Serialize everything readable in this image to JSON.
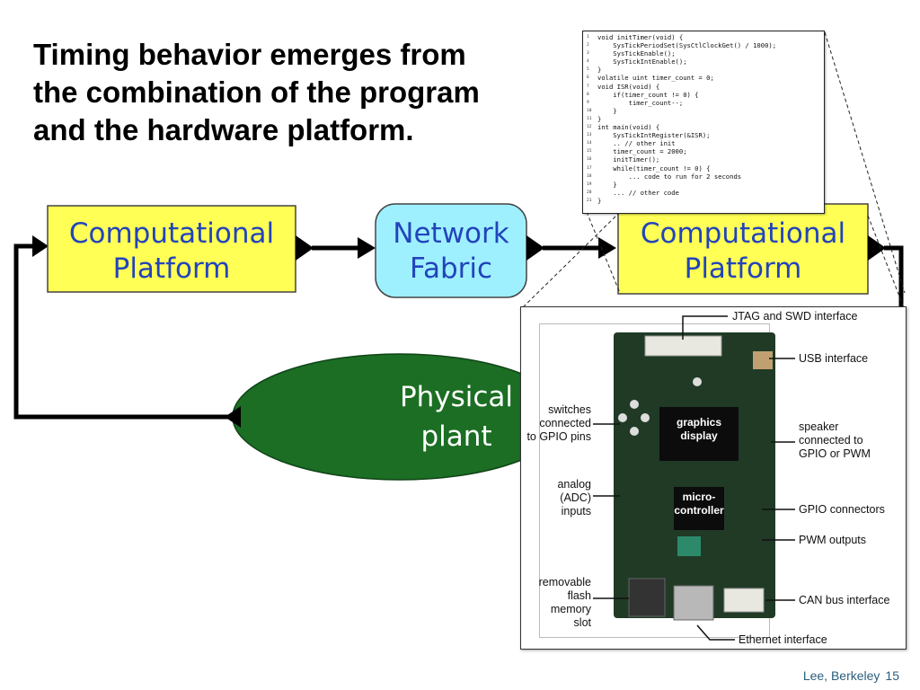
{
  "title_lines": [
    "Timing behavior emerges from",
    "the combination of the program",
    "and the hardware platform."
  ],
  "boxes": {
    "comp1": [
      "Computational",
      "Platform"
    ],
    "network": [
      "Network",
      "Fabric"
    ],
    "comp2": [
      "Computational",
      "Platform"
    ],
    "plant": [
      "Physical",
      "plant"
    ]
  },
  "colors": {
    "computational_fill": "#ffff55",
    "network_fill": "#9ff0ff",
    "plant_fill": "#1b6e23",
    "label_blue": "#2244bb",
    "footer_blue": "#2b5e7e"
  },
  "code_lines": [
    {
      "n": "1",
      "t": "void initTimer(void) {"
    },
    {
      "n": "2",
      "t": "    SysTickPeriodSet(SysCtlClockGet() / 1000);"
    },
    {
      "n": "3",
      "t": "    SysTickEnable();"
    },
    {
      "n": "4",
      "t": "    SysTickIntEnable();"
    },
    {
      "n": "5",
      "t": "}"
    },
    {
      "n": "6",
      "t": "volatile uint timer_count = 0;"
    },
    {
      "n": "7",
      "t": "void ISR(void) {"
    },
    {
      "n": "8",
      "t": "    if(timer_count != 0) {"
    },
    {
      "n": "9",
      "t": "        timer_count--;"
    },
    {
      "n": "10",
      "t": "    }"
    },
    {
      "n": "11",
      "t": "}"
    },
    {
      "n": "12",
      "t": "int main(void) {"
    },
    {
      "n": "13",
      "t": "    SysTickIntRegister(&ISR);"
    },
    {
      "n": "14",
      "t": "    .. // other init"
    },
    {
      "n": "15",
      "t": "    timer_count = 2000;"
    },
    {
      "n": "16",
      "t": "    initTimer();"
    },
    {
      "n": "17",
      "t": "    while(timer_count != 0) {"
    },
    {
      "n": "18",
      "t": "        ... code to run for 2 seconds"
    },
    {
      "n": "19",
      "t": "    }"
    },
    {
      "n": "20",
      "t": "    ... // other code"
    },
    {
      "n": "21",
      "t": "}"
    }
  ],
  "board": {
    "jtag": "JTAG and SWD interface",
    "usb": "USB interface",
    "speaker": "speaker\nconnected to\nGPIO or PWM",
    "gpio": "GPIO connectors",
    "pwm": "PWM outputs",
    "can": "CAN bus interface",
    "ethernet": "Ethernet interface",
    "switches": "switches\nconnected\nto GPIO pins",
    "adc": "analog\n(ADC)\ninputs",
    "flash": "removable\nflash\nmemory\nslot",
    "display": "graphics\ndisplay",
    "mcu": "micro-\ncontroller"
  },
  "footer": {
    "author": "Lee, Berkeley",
    "page": "15"
  }
}
